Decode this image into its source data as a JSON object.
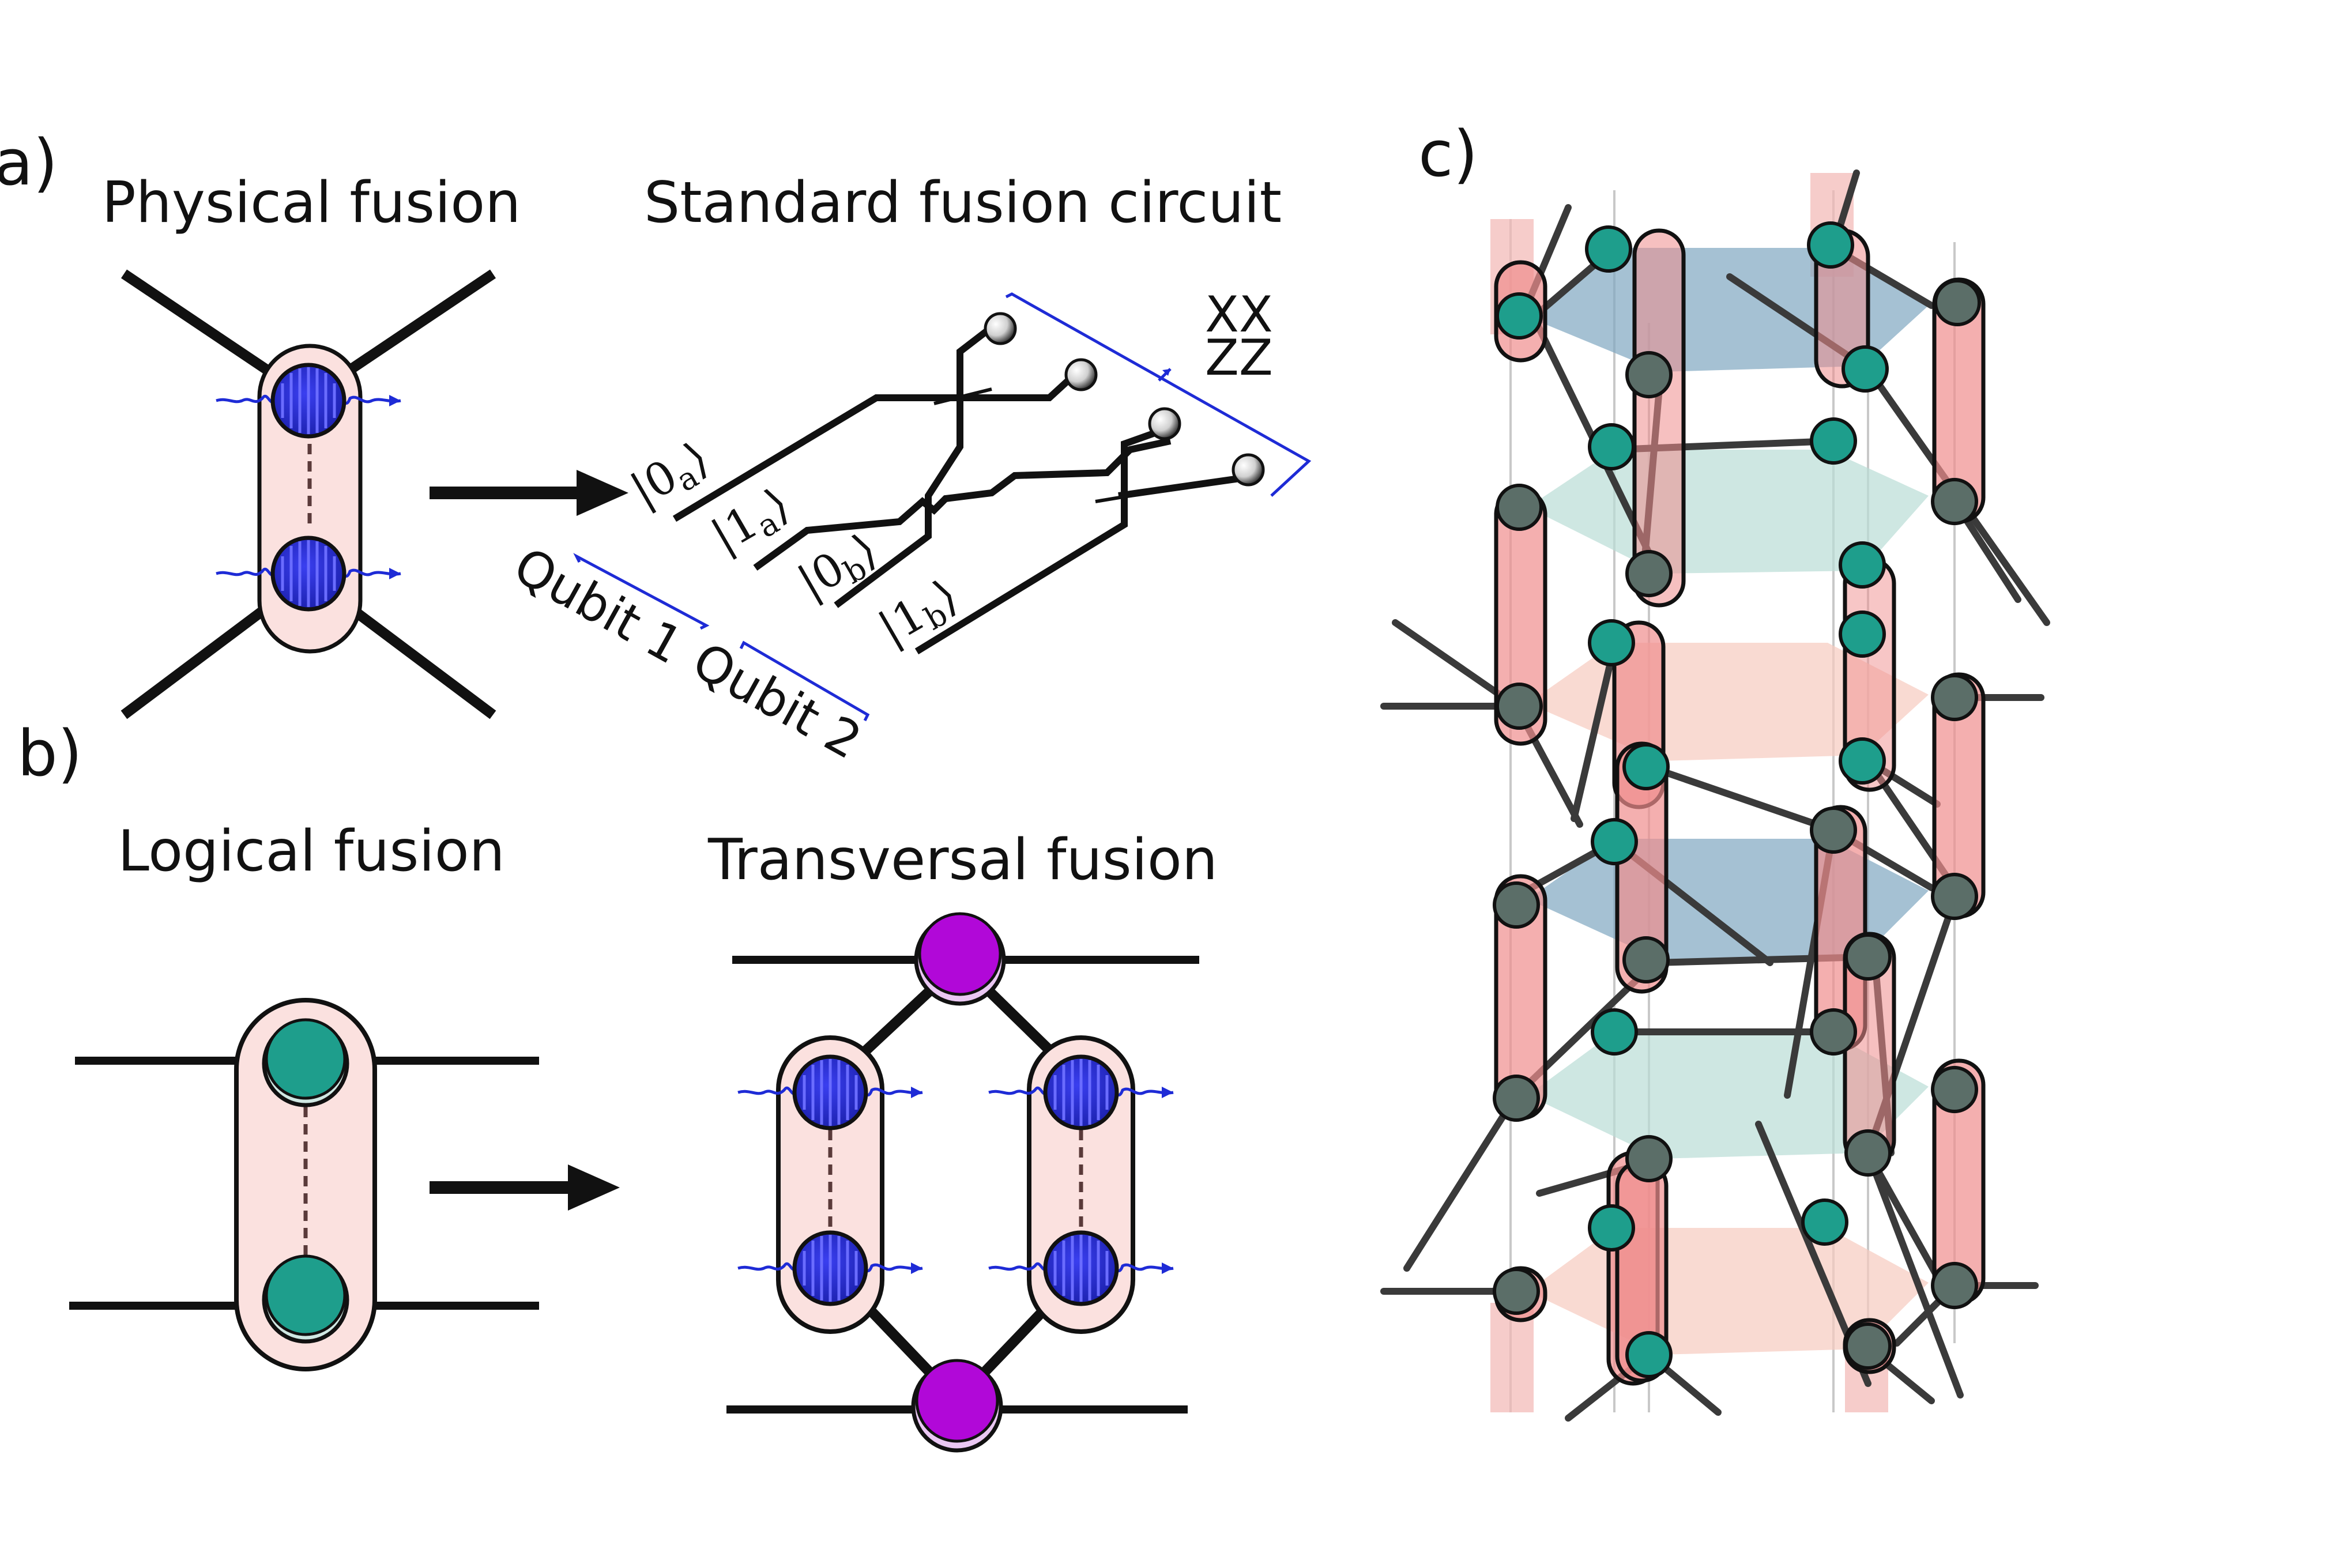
{
  "panels": {
    "a": "a)",
    "b": "b)",
    "c": "c)"
  },
  "titles": {
    "physical_fusion": "Physical fusion",
    "standard_fusion_circuit": "Standard fusion circuit",
    "logical_fusion": "Logical fusion",
    "transversal_fusion": "Transversal fusion"
  },
  "circuit": {
    "inputs": [
      {
        "state": "0",
        "sub": "a"
      },
      {
        "state": "1",
        "sub": "a"
      },
      {
        "state": "0",
        "sub": "b"
      },
      {
        "state": "1",
        "sub": "b"
      }
    ],
    "qubit_labels": [
      "Qubit 1",
      "Qubit 2"
    ],
    "measurement_labels": [
      "XX",
      "ZZ"
    ]
  },
  "colors": {
    "photon_blue": "#2a2fd0",
    "wave_blue": "#1e2bd6",
    "logical_teal": "#1e9e8c",
    "fusion_purple": "#b108d8",
    "capsule_pink": "#fbe1df",
    "strong_pink": "#ef8d8d",
    "plate_blue": "#7fa6c0",
    "plate_teal": "#b9ddd6",
    "plate_salmon": "#f6cbbf",
    "lattice_node_grey": "#5b6e68",
    "line": "#111111"
  },
  "icons": [
    "photon-icon",
    "detector-icon",
    "wave-packet-icon",
    "arrow-icon"
  ]
}
